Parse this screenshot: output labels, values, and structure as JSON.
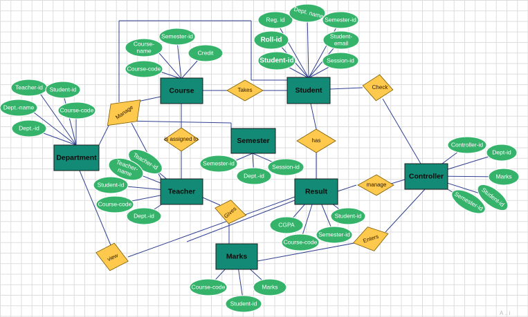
{
  "diagram": {
    "entities": {
      "course": "Course",
      "student": "Student",
      "semester": "Semester",
      "department": "Department",
      "teacher": "Teacher",
      "result": "Result",
      "controller": "Controller",
      "marks": "Marks"
    },
    "relationships": {
      "takes": "Takes",
      "check": "Check",
      "manage_dept": "Manage",
      "assigned": "is assigned to",
      "has": "has",
      "manage_ctrl": "manage",
      "gives": "Gives",
      "enters": "Enters",
      "view": "view"
    },
    "attributes": {
      "course_semester_id": "Semester-id",
      "course_name": [
        "Course-",
        "name"
      ],
      "course_credit": "Credit",
      "course_code": "Course-code",
      "student_reg_id": "Reg. id",
      "student_dept_name": "Dept. name",
      "student_semester_id": "Semester-id",
      "student_roll_id": "Roll-id",
      "student_email": [
        "Student-",
        "email"
      ],
      "student_id": "Student-id",
      "student_session_id": "Session-id",
      "dept_teacher_id": "Teacher-id",
      "dept_student_id": "Student-id",
      "dept_name": "Dept.-name",
      "dept_course_code": "Course-code",
      "dept_id": "Dept.-id",
      "semester_semester_id": "Semester-id",
      "semester_dept_id": "Dept.-id",
      "semester_session_id": "Session-id",
      "teacher_teacher_id": "Teacher-id",
      "teacher_name": [
        "Teacher-",
        "name"
      ],
      "teacher_student_id": "Student-id",
      "teacher_course_code": "Course-code",
      "teacher_dept_id": "Dept.-id",
      "result_cgpa": "CGPA",
      "result_student_id": "Student-id",
      "result_course_code": "Course-code",
      "result_semester_id": "Semester-id",
      "controller_id": "Controller-id",
      "controller_dept_id": "Dept-id",
      "controller_marks": "Marks",
      "controller_student_id": "Student-id",
      "controller_semester_id": "Semester-id",
      "marks_course_code": "Course-code",
      "marks_marks": "Marks",
      "marks_student_id": "Student-id"
    },
    "corner_mark": "A  ..  i"
  },
  "colors": {
    "entity_fill": "#138a75",
    "attribute_fill": "#35b36b",
    "relationship_fill": "#ffc94d",
    "connector": "#2e3f91"
  }
}
